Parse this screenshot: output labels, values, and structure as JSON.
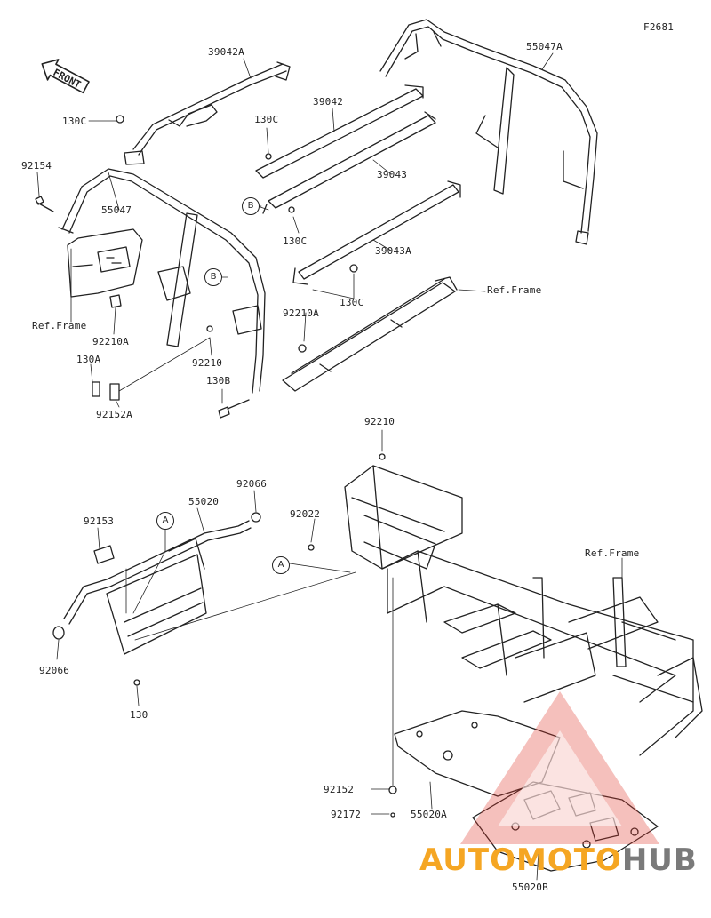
{
  "figure_code": "F2681",
  "front_arrow": {
    "label": "FRONT"
  },
  "callouts": {
    "a": "A",
    "b": "B"
  },
  "watermark": {
    "part1": "AUTOMOTO",
    "part2": "HUB",
    "accent": "#f5a623",
    "muted": "#7a7a7a",
    "logo": "#e03b2f"
  },
  "labels": {
    "l39042A": "39042A",
    "l55047A": "55047A",
    "l130C_1": "130C",
    "l130C_2": "130C",
    "l39042": "39042",
    "l92154": "92154",
    "l55047": "55047",
    "l39043": "39043",
    "l130C_3": "130C",
    "l39043A": "39043A",
    "l130C_4": "130C",
    "lRefFrame1": "Ref.Frame",
    "lRefFrame2": "Ref.Frame",
    "l92210A_1": "92210A",
    "l92210A_2": "92210A",
    "l130A": "130A",
    "l92210_1": "92210",
    "l130B": "130B",
    "l92152A": "92152A",
    "l92210_2": "92210",
    "l92066_1": "92066",
    "l55020": "55020",
    "l92153": "92153",
    "l92022": "92022",
    "lRefFrame3": "Ref.Frame",
    "l92066_2": "92066",
    "l130": "130",
    "l92152": "92152",
    "l55020A": "55020A",
    "l92172": "92172",
    "l55020B": "55020B"
  }
}
